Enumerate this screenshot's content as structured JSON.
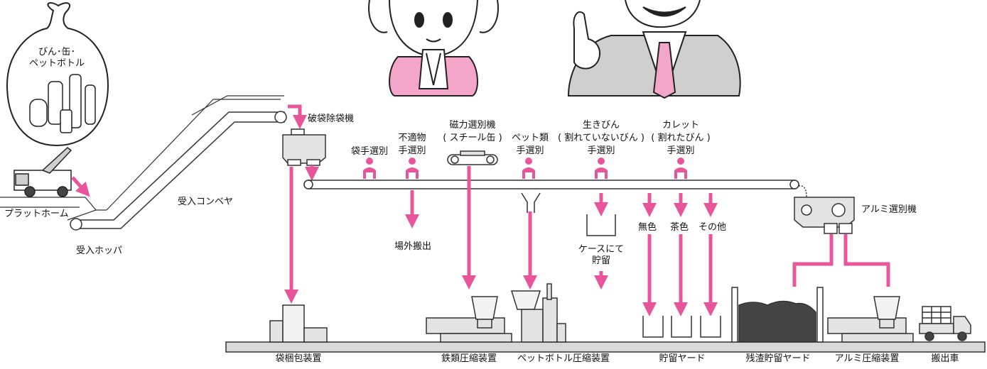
{
  "colors": {
    "accent": "#e8559a",
    "line": "#333333",
    "gray": "#cfcfcf",
    "skin": "#f4a6c8"
  },
  "bag": {
    "line1": "びん･缶･",
    "line2": "ペットボトル"
  },
  "labels": {
    "platform": "プラットホーム",
    "hopper": "受入ホッパ",
    "conveyor": "受入コンベヤ",
    "bag_breaker": "破袋除袋機",
    "bag_sort_line": "袋手選別",
    "unsuitable_line1": "不適物",
    "unsuitable_line2": "手選別",
    "magnetic_line1": "磁力選別機",
    "magnetic_line2": "( スチール缶 )",
    "pet_line1": "ペット類",
    "pet_line2": "手選別",
    "live_line1": "生きびん",
    "live_line2": "( 割れていないびん )",
    "live_line3": "手選別",
    "cullet_line1": "カレット",
    "cullet_line2": "( 割れたびん )",
    "cullet_line3": "手選別",
    "offsite": "場外搬出",
    "case_line1": "ケースにて",
    "case_line2": "貯留",
    "colorless": "無色",
    "brown": "茶色",
    "other": "その他",
    "aluminum_sorter": "アルミ選別機"
  },
  "bottom_labels": [
    "袋梱包装置",
    "鉄類圧縮装置",
    "ペットボトル圧縮装置",
    "貯留ヤード",
    "残渣貯留ヤード",
    "アルミ圧縮装置",
    "搬出車"
  ]
}
